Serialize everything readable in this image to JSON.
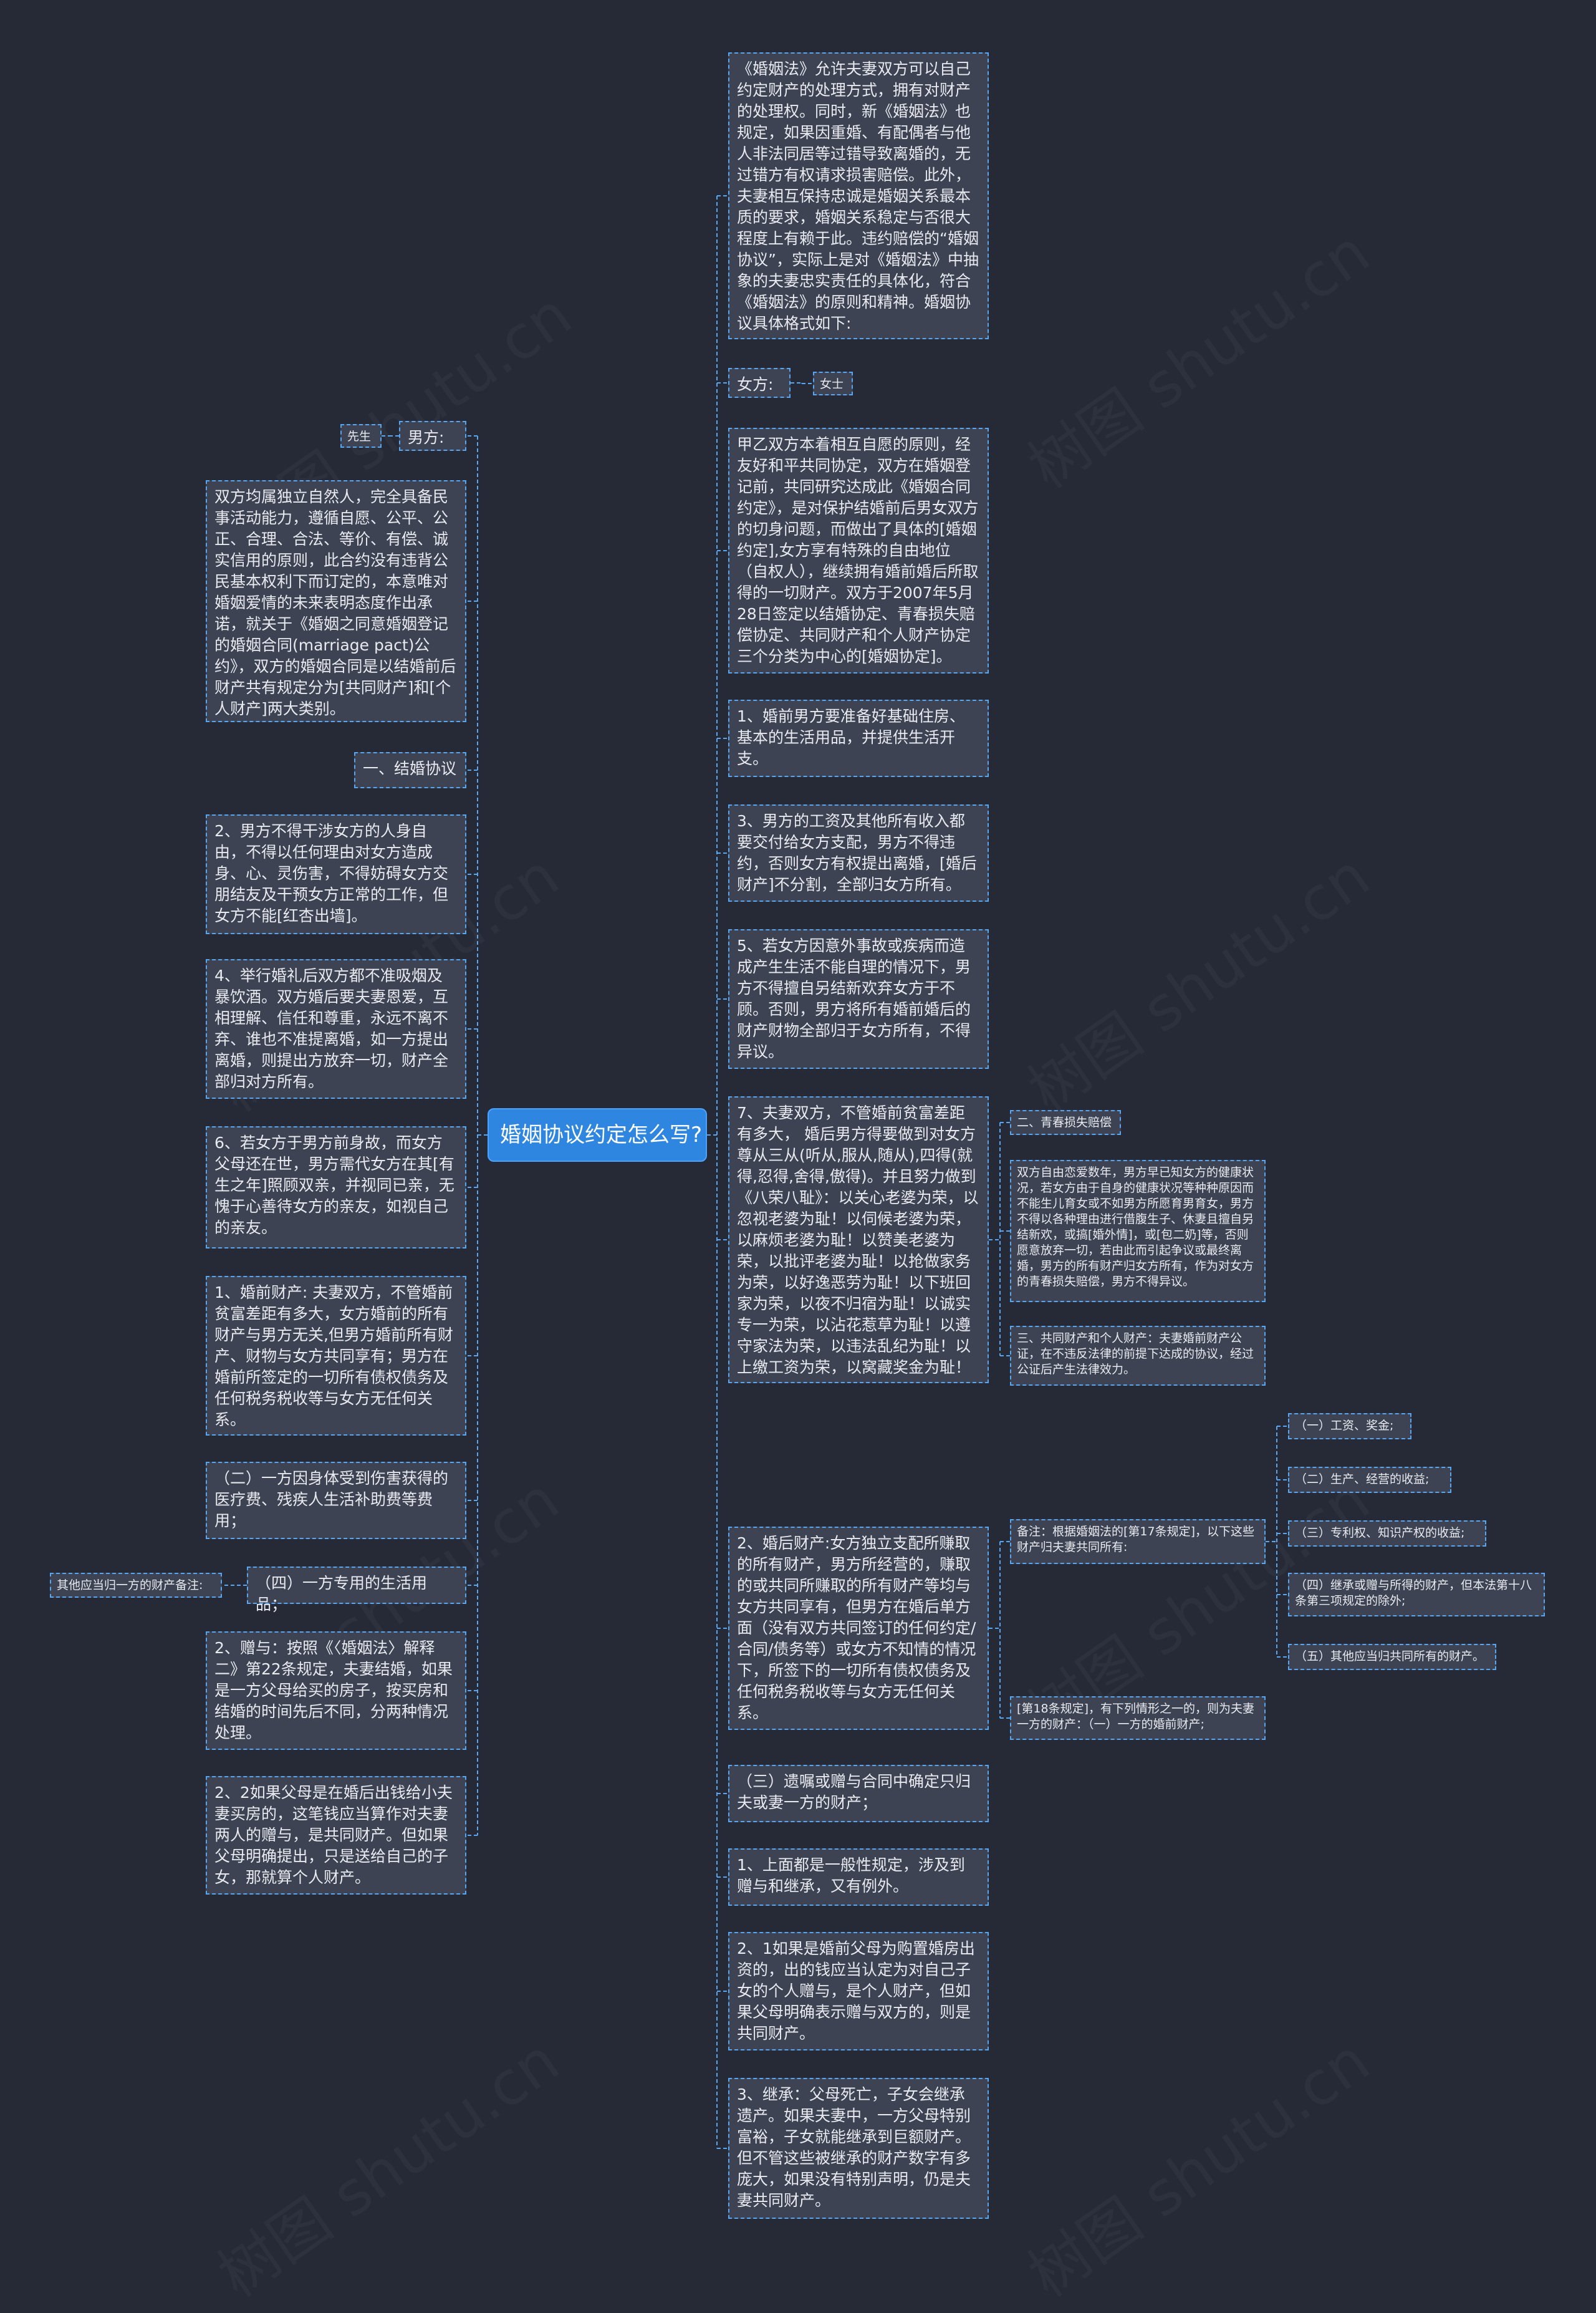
{
  "root": "婚姻协议约定怎么写?",
  "left": [
    {
      "id": "l1",
      "text": "男方:",
      "children": [
        {
          "id": "l1a",
          "text": "先生"
        }
      ]
    },
    {
      "id": "l2",
      "text": "双方均属独立自然人，完全具备民事活动能力，遵循自愿、公平、公正、合理、合法、等价、有偿、诚实信用的原则，此合约没有违背公民基本权利下而订定的，本意唯对婚姻爱情的未来表明态度作出承诺，就关于《婚姻之同意婚姻登记的婚姻合同(marriage pact)公约》，双方的婚姻合同是以结婚前后财产共有规定分为[共同财产]和[个人财产]两大类别。"
    },
    {
      "id": "l3",
      "text": "一、结婚协议"
    },
    {
      "id": "l4",
      "text": "2、男方不得干涉女方的人身自由，不得以任何理由对女方造成身、心、灵伤害，不得妨碍女方交朋结友及干预女方正常的工作，但女方不能[红杏出墙]。"
    },
    {
      "id": "l5",
      "text": "4、举行婚礼后双方都不准吸烟及暴饮酒。双方婚后要夫妻恩爱，互相理解、信任和尊重，永远不离不弃、谁也不准提离婚，如一方提出离婚，则提出方放弃一切，财产全部归对方所有。"
    },
    {
      "id": "l6",
      "text": "6、若女方于男方前身故，而女方父母还在世，男方需代女方在其[有生之年]照顾双亲，并视同已亲，无愧于心善待女方的亲友，如视自己的亲友。"
    },
    {
      "id": "l7",
      "text": "1、婚前财产: 夫妻双方，不管婚前贫富差距有多大，女方婚前的所有财产与男方无关,但男方婚前所有财产、财物与女方共同享有；男方在婚前所签定的一切所有债权债务及任何税务税收等与女方无任何关系。"
    },
    {
      "id": "l8",
      "text": "（二）一方因身体受到伤害获得的医疗费、残疾人生活补助费等费用；"
    },
    {
      "id": "l9",
      "text": "（四）一方专用的生活用品；",
      "children": [
        {
          "id": "l9a",
          "text": "其他应当归一方的财产备注:"
        }
      ]
    },
    {
      "id": "l10",
      "text": "2、赠与：按照《〈婚姻法〉解释二》第22条规定，夫妻结婚，如果是一方父母给买的房子，按买房和结婚的时间先后不同，分两种情况处理。"
    },
    {
      "id": "l11",
      "text": "2、2如果父母是在婚后出钱给小夫妻买房的，这笔钱应当算作对夫妻两人的赠与，是共同财产。但如果父母明确提出，只是送给自己的子女，那就算个人财产。"
    }
  ],
  "right": [
    {
      "id": "r1",
      "text": "《婚姻法》允许夫妻双方可以自己约定财产的处理方式，拥有对财产的处理权。同时，新《婚姻法》也规定，如果因重婚、有配偶者与他人非法同居等过错导致离婚的，无过错方有权请求损害赔偿。此外，夫妻相互保持忠诚是婚姻关系最本质的要求，婚姻关系稳定与否很大程度上有赖于此。违约赔偿的“婚姻协议”，实际上是对《婚姻法》中抽象的夫妻忠实责任的具体化，符合《婚姻法》的原则和精神。婚姻协议具体格式如下:"
    },
    {
      "id": "r2",
      "text": "女方:",
      "children": [
        {
          "id": "r2a",
          "text": "女士"
        }
      ]
    },
    {
      "id": "r3",
      "text": "甲乙双方本着相互自愿的原则，经友好和平共同协定，双方在婚姻登记前，共同研究达成此《婚姻合同约定》，是对保护结婚前后男女双方的切身问题，而做出了具体的[婚姻约定],女方享有特殊的自由地位（自权人），继续拥有婚前婚后所取得的一切财产。双方于2007年5月28日签定以结婚协定、青春损失赔偿协定、共同财产和个人财产协定三个分类为中心的[婚姻协定]。"
    },
    {
      "id": "r4",
      "text": "1、婚前男方要准备好基础住房、基本的生活用品，并提供生活开支。"
    },
    {
      "id": "r5",
      "text": "3、男方的工资及其他所有收入都要交付给女方支配，男方不得违约，否则女方有权提出离婚，[婚后财产]不分割，全部归女方所有。"
    },
    {
      "id": "r6",
      "text": "5、若女方因意外事故或疾病而造成产生生活不能自理的情况下，男方不得擅自另结新欢弃女方于不顾。否则，男方将所有婚前婚后的财产财物全部归于女方所有，不得异议。"
    },
    {
      "id": "r7",
      "text": "7、夫妻双方，不管婚前贫富差距有多大， 婚后男方得要做到对女方尊从三从(听从,服从,随从),四得(就得,忍得,舍得,傲得)。并且努力做到《八荣八耻》：以关心老婆为荣，以忽视老婆为耻！以伺候老婆为荣，以麻烦老婆为耻！以赞美老婆为荣，以批评老婆为耻！以抢做家务为荣，以好逸恶劳为耻！以下班回家为荣，以夜不归宿为耻！以诚实专一为荣，以沾花惹草为耻！以遵守家法为荣，以违法乱纪为耻！以上缴工资为荣，以窝藏奖金为耻！",
      "children": [
        {
          "id": "r7a",
          "text": "二、青春损失赔偿"
        },
        {
          "id": "r7b",
          "text": "双方自由恋爱数年，男方早已知女方的健康状况，若女方由于自身的健康状况等种种原因而不能生儿育女或不如男方所愿育男育女，男方不得以各种理由进行借腹生子、休妻且擅自另结新欢，或搞[婚外情]，或[包二奶]等，否则愿意放弃一切，若由此而引起争议或最终离婚，男方的所有财产归女方所有，作为对女方的青春损失赔偿，男方不得异议。"
        },
        {
          "id": "r7c",
          "text": "三、共同财产和个人财产：夫妻婚前财产公证，在不违反法律的前提下达成的协议，经过公证后产生法律效力。"
        }
      ]
    },
    {
      "id": "r8",
      "text": "2、婚后财产:女方独立支配所赚取的所有财产，男方所经营的，赚取的或共同所赚取的所有财产等均与女方共同享有，但男方在婚后单方面（没有双方共同签订的任何约定/合同/债务等）或女方不知情的情况下，所签下的一切所有债权债务及任何税务税收等与女方无任何关系。",
      "children": [
        {
          "id": "r8a",
          "text": "备注：根据婚姻法的[第17条规定]，以下这些财产归夫妻共同所有:",
          "children": [
            {
              "id": "r8a1",
              "text": "（一）工资、奖金;"
            },
            {
              "id": "r8a2",
              "text": "（二）生产、经营的收益;"
            },
            {
              "id": "r8a3",
              "text": "（三）专利权、知识产权的收益;"
            },
            {
              "id": "r8a4",
              "text": "（四）继承或赠与所得的财产，但本法第十八条第三项规定的除外;"
            },
            {
              "id": "r8a5",
              "text": "（五）其他应当归共同所有的财产。"
            }
          ]
        },
        {
          "id": "r8b",
          "text": "[第18条规定]，有下列情形之一的，则为夫妻一方的财产：（一）一方的婚前财产;"
        }
      ]
    },
    {
      "id": "r9",
      "text": "（三）遗嘱或赠与合同中确定只归夫或妻一方的财产；"
    },
    {
      "id": "r10",
      "text": "1、上面都是一般性规定，涉及到赠与和继承，又有例外。"
    },
    {
      "id": "r11",
      "text": "2、1如果是婚前父母为购置婚房出资的，出的钱应当认定为对自己子女的个人赠与，是个人财产，但如果父母明确表示赠与双方的，则是共同财产。"
    },
    {
      "id": "r12",
      "text": "3、继承：父母死亡，子女会继承遗产。如果夫妻中，一方父母特别富裕，子女就能继承到巨额财产。但不管这些被继承的财产数字有多庞大，如果没有特别声明，仍是夫妻共同财产。"
    }
  ],
  "watermark": "树图 shutu.cn",
  "colors": {
    "background": "#262a36",
    "node": "#3d4352",
    "border": "#58a6f0",
    "root": "#2f86e0",
    "text": "#e8eaf0"
  }
}
